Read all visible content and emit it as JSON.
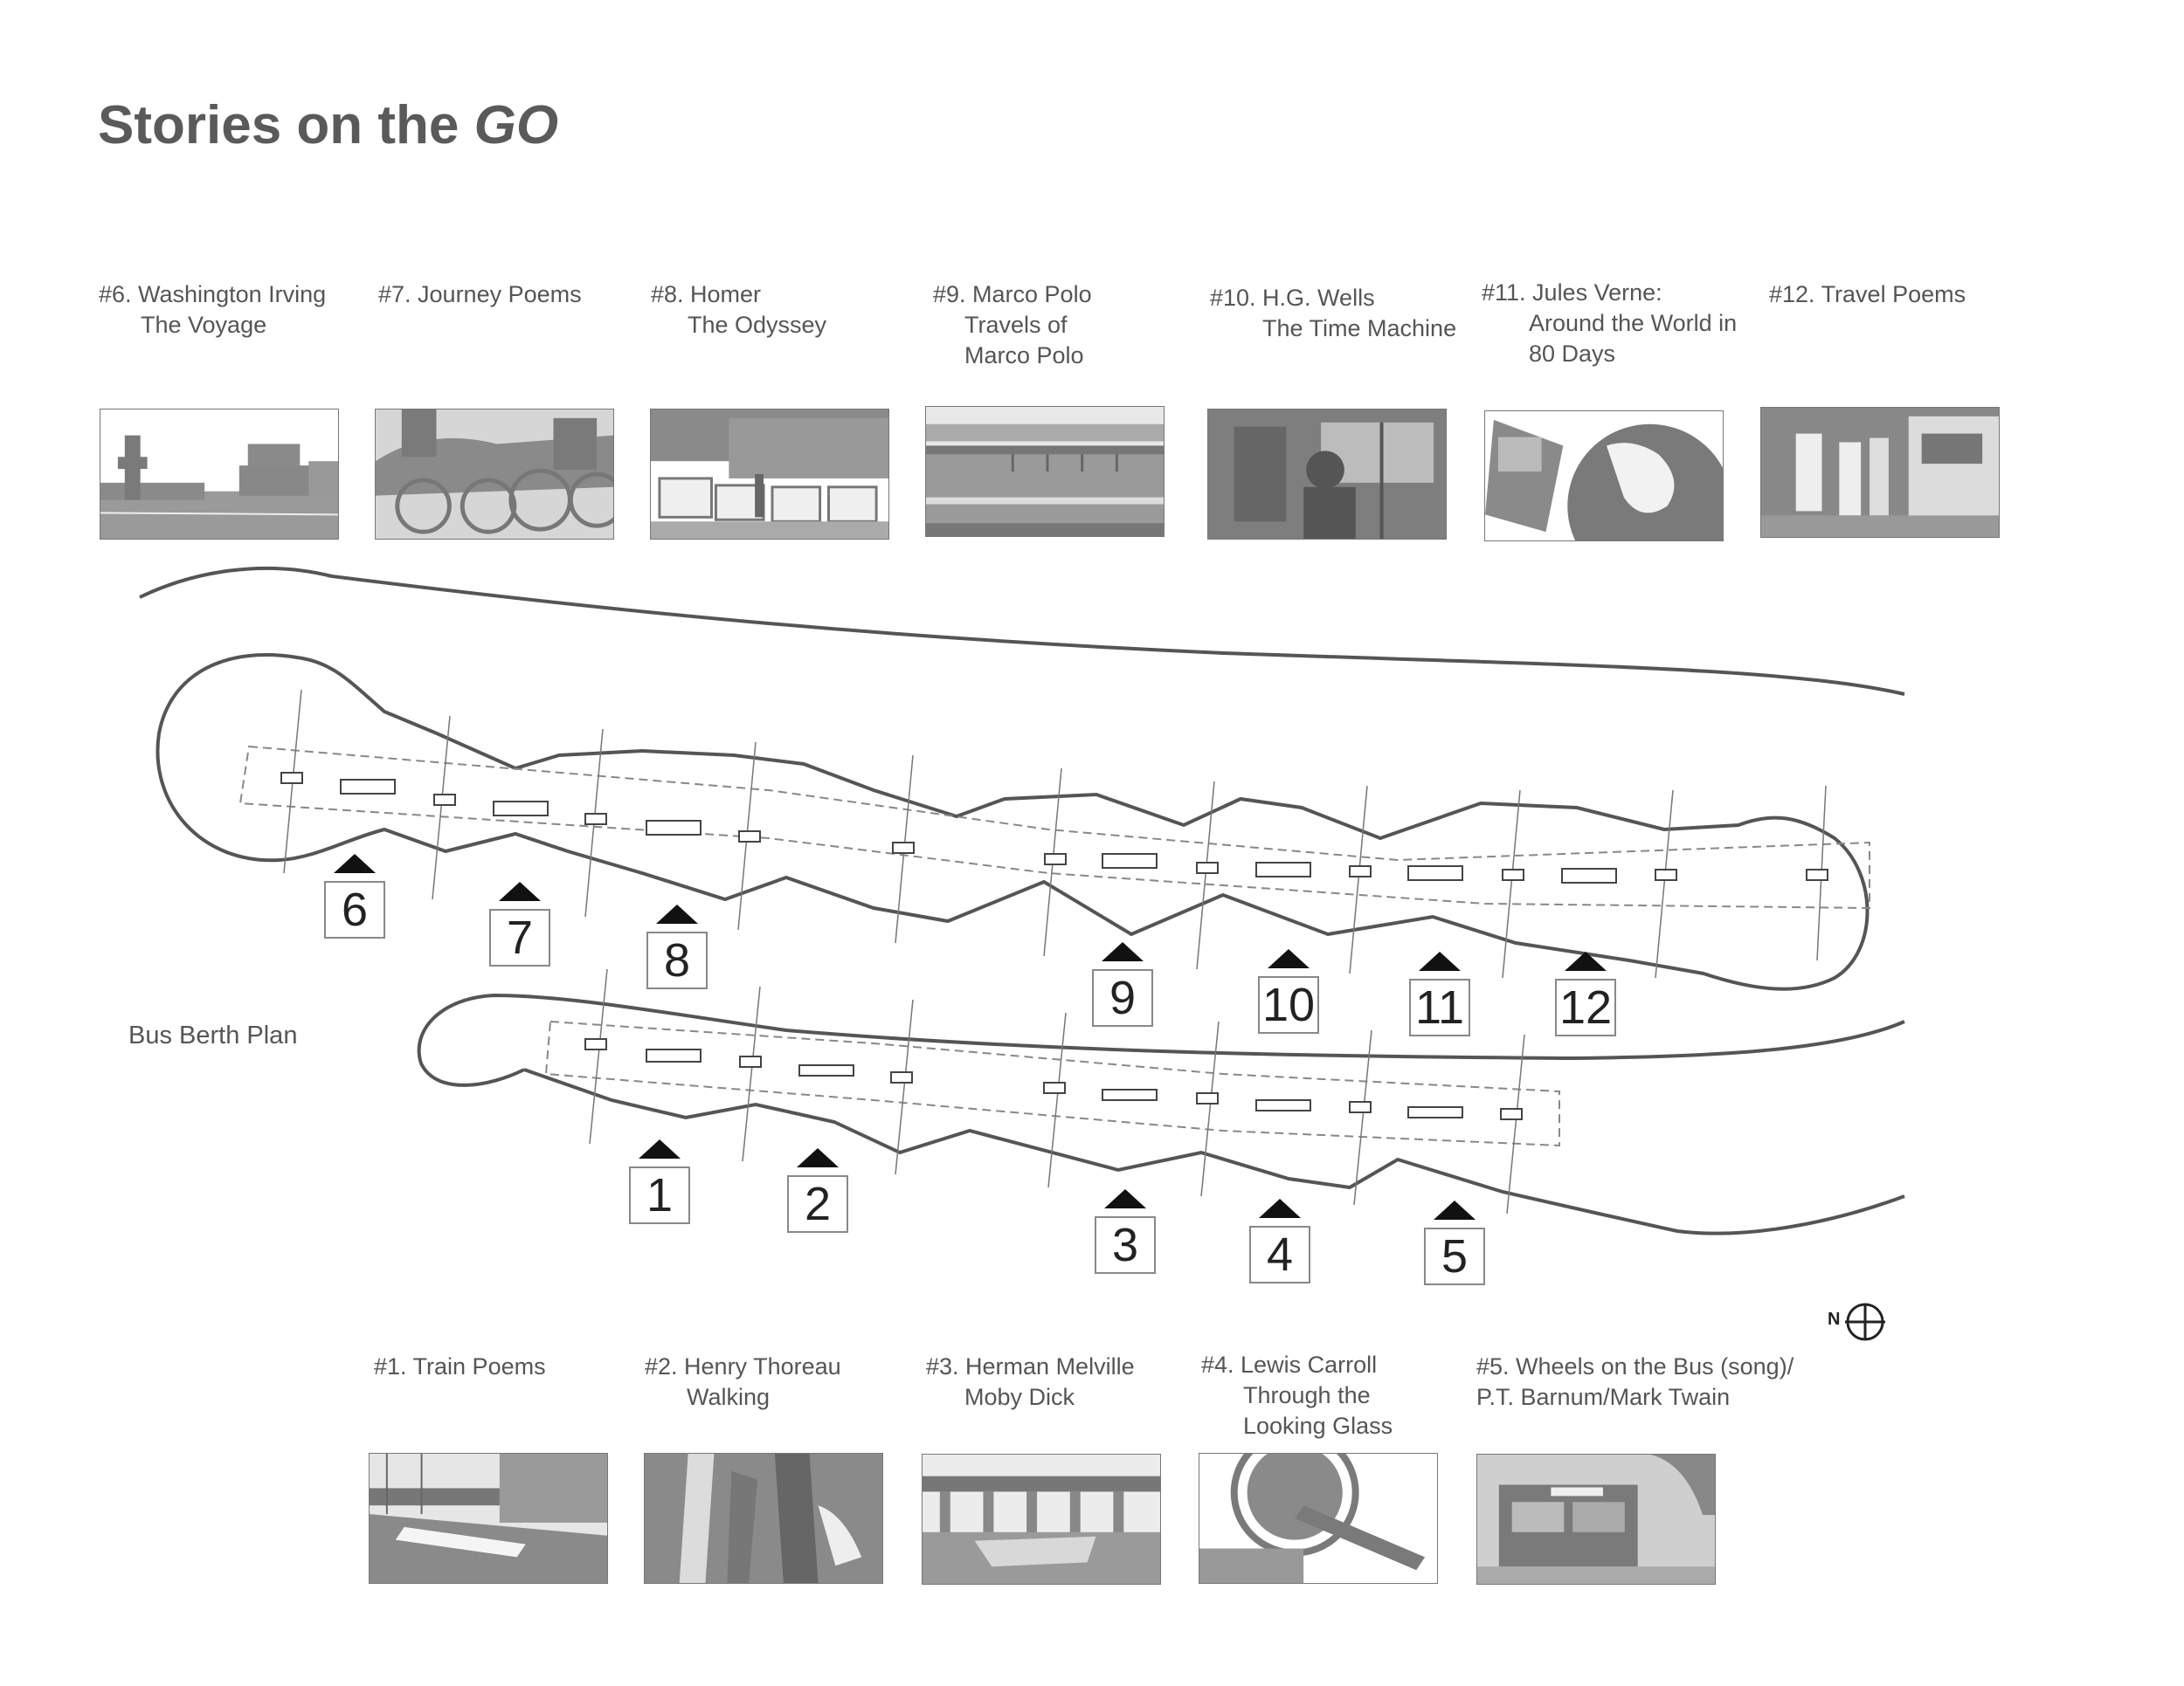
{
  "title": {
    "main": "Stories on the ",
    "italic": "GO"
  },
  "plan_label": "Bus Berth Plan",
  "north_label": "N",
  "stops": [
    {
      "id": "1",
      "label_lines": [
        "#1. Train Poems"
      ],
      "photo": "train-photo"
    },
    {
      "id": "2",
      "label_lines": [
        "#2. Henry Thoreau",
        "Walking"
      ],
      "photo": "pedestrians-photo"
    },
    {
      "id": "3",
      "label_lines": [
        "#3. Herman Melville",
        "Moby Dick"
      ],
      "photo": "bridge-boat-photo"
    },
    {
      "id": "4",
      "label_lines": [
        "#4. Lewis Carroll",
        "Through the",
        "Looking Glass"
      ],
      "photo": "mirror-photo"
    },
    {
      "id": "5",
      "label_lines": [
        "#5. Wheels on the Bus (song)/",
        "P.T. Barnum/Mark Twain"
      ],
      "photo": "bus-photo"
    },
    {
      "id": "6",
      "label_lines": [
        "#6.  Washington Irving",
        "The Voyage"
      ],
      "photo": "ferry-photo"
    },
    {
      "id": "7",
      "label_lines": [
        "#7. Journey Poems"
      ],
      "photo": "cyclists-photo"
    },
    {
      "id": "8",
      "label_lines": [
        "#8. Homer",
        "The Odyssey"
      ],
      "photo": "taxis-photo"
    },
    {
      "id": "9",
      "label_lines": [
        "#9. Marco Polo",
        "Travels of",
        "Marco Polo"
      ],
      "photo": "bridge-photo"
    },
    {
      "id": "10",
      "label_lines": [
        "#10. H.G. Wells",
        "The Time Machine"
      ],
      "photo": "bus-interior-photo"
    },
    {
      "id": "11",
      "label_lines": [
        "#11. Jules Verne:",
        "Around the World in",
        "80 Days"
      ],
      "photo": "globe-bus-photo"
    },
    {
      "id": "12",
      "label_lines": [
        "#12. Travel Poems"
      ],
      "photo": "subway-platform-photo"
    }
  ],
  "colors": {
    "line": "#5a5a5a",
    "photo": "#8a8a8a",
    "text": "#555555"
  }
}
